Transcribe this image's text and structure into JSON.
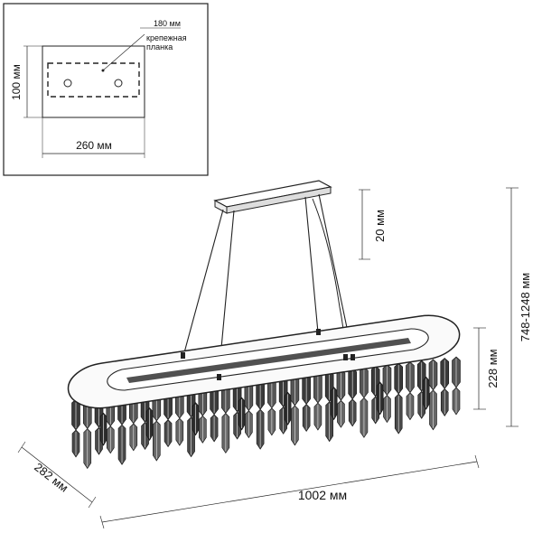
{
  "inset": {
    "dim_slot_width": "180 мм",
    "plate_label_line1": "крепежная",
    "plate_label_line2": "планка",
    "dim_height": "100 мм",
    "dim_width": "260 мм"
  },
  "dimensions": {
    "canopy_gap": "20 мм",
    "body_height": "228 мм",
    "total_height": "748-1248 мм",
    "depth": "282 мм",
    "length": "1002 мм"
  }
}
